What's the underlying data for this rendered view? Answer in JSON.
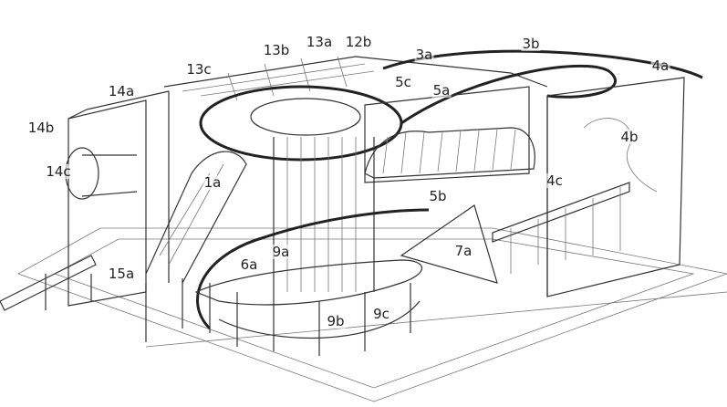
{
  "figure": {
    "type": "patent-style line drawing of playground structure",
    "labels": [
      "14b",
      "14a",
      "13c",
      "13b",
      "13a",
      "12b",
      "3a",
      "3b",
      "4a",
      "5c",
      "5a",
      "4b",
      "14c",
      "1a",
      "5b",
      "4c",
      "6a",
      "9a",
      "7a",
      "15a",
      "9b",
      "9c"
    ]
  }
}
